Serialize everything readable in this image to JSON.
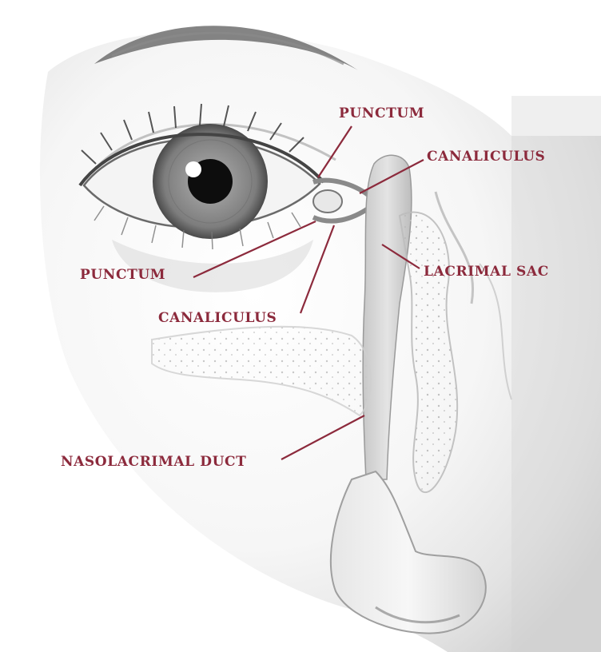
{
  "colors": {
    "label": "#8c2a3c",
    "leader": "#8c2a3c",
    "skin_shadow": "#9a9a9a",
    "iris": "#8a8a8a"
  },
  "labels": {
    "punctum_upper": "PUNCTUM",
    "canaliculus_upper": "CANALICULUS",
    "punctum_lower": "PUNCTUM",
    "lacrimal_sac": "LACRIMAL SAC",
    "canaliculus_lower": "CANALICULUS",
    "nasolacrimal_duct": "NASOLACRIMAL DUCT"
  }
}
